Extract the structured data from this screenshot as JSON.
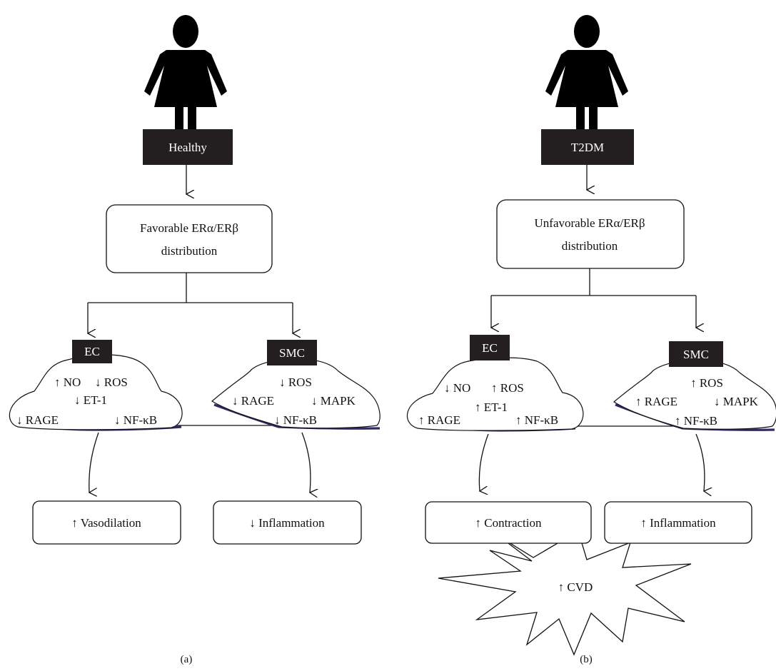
{
  "panel_a": {
    "caption": "(a)",
    "status_label": "Healthy",
    "distribution_line1": "Favorable ERα/ERβ",
    "distribution_line2": "distribution",
    "ec": {
      "label": "EC",
      "line1_left": "↑ NO",
      "line1_right": "↓ ROS",
      "line2": "↓ ET-1",
      "line3_left": "↓ RAGE",
      "line3_right": "↓ NF-κB"
    },
    "smc": {
      "label": "SMC",
      "line1": "↓ ROS",
      "line2_left": "↓ RAGE",
      "line2_right": "↓ MAPK",
      "line3": "↓ NF-κB"
    },
    "outcome_left": "↑ Vasodilation",
    "outcome_right": "↓ Inflammation"
  },
  "panel_b": {
    "caption": "(b)",
    "status_label": "T2DM",
    "distribution_line1": "Unfavorable ERα/ERβ",
    "distribution_line2": "distribution",
    "ec": {
      "label": "EC",
      "line1_left": "↓ NO",
      "line1_right": "↑ ROS",
      "line2": "↑ ET-1",
      "line3_left": "↑ RAGE",
      "line3_right": "↑ NF-κB"
    },
    "smc": {
      "label": "SMC",
      "line1": "↑ ROS",
      "line2_left": "↑ RAGE",
      "line2_right": "↓ MAPK",
      "line3": "↑ NF-κB"
    },
    "outcome_left": "↑ Contraction",
    "outcome_right": "↑ Inflammation",
    "burst": "↑ CVD"
  },
  "icons": {
    "figure": "woman-silhouette-icon"
  }
}
